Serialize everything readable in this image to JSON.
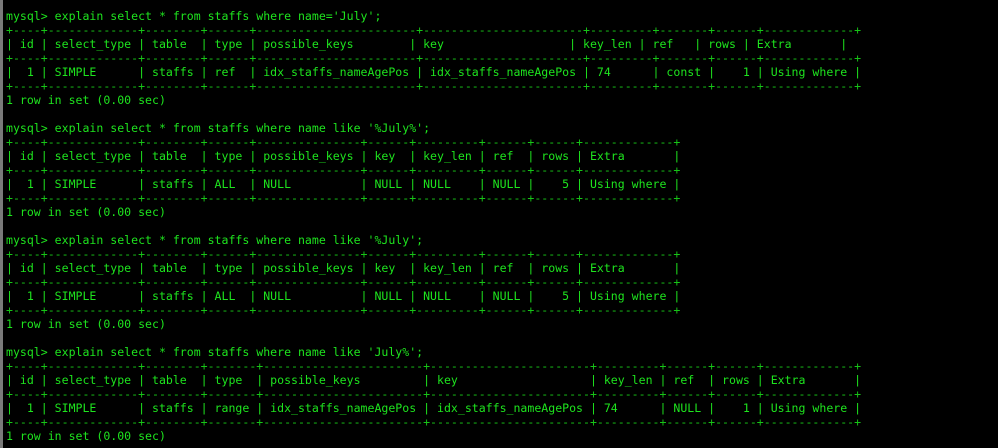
{
  "terminal": {
    "colors": {
      "background": "#000000",
      "text": "#1ee41e",
      "left_border": "#7a7a7a"
    },
    "blocks": [
      {
        "prompt": "mysql> explain select * from staffs where name='July';",
        "border": "+----+-------------+--------+------+----------------------+----------------------+---------+-------+------+-------------+",
        "header": "| id | select_type | table  | type | possible_keys        | key                  | key_len | ref   | rows | Extra       |",
        "row": "|  1 | SIMPLE      | staffs | ref  | idx_staffs_nameAgePos | idx_staffs_nameAgePos | 74      | const |    1 | Using where |",
        "row_border": "+----+-------------+--------+------+-----------------------+-----------------------+---------+-------+------+-------------+",
        "result": "1 row in set (0.00 sec)",
        "columns": [
          "id",
          "select_type",
          "table",
          "type",
          "possible_keys",
          "key",
          "key_len",
          "ref",
          "rows",
          "Extra"
        ],
        "values": [
          "1",
          "SIMPLE",
          "staffs",
          "ref",
          "idx_staffs_nameAgePos",
          "idx_staffs_nameAgePos",
          "74",
          "const",
          "1",
          "Using where"
        ]
      },
      {
        "prompt": "mysql> explain select * from staffs where name like '%July%';",
        "border": "+----+-------------+--------+------+---------------+------+---------+------+------+-------------+",
        "header": "| id | select_type | table  | type | possible_keys | key  | key_len | ref  | rows | Extra       |",
        "row": "|  1 | SIMPLE      | staffs | ALL  | NULL          | NULL | NULL    | NULL |    5 | Using where |",
        "row_border": "+----+-------------+--------+------+---------------+------+---------+------+------+-------------+",
        "result": "1 row in set (0.00 sec)",
        "columns": [
          "id",
          "select_type",
          "table",
          "type",
          "possible_keys",
          "key",
          "key_len",
          "ref",
          "rows",
          "Extra"
        ],
        "values": [
          "1",
          "SIMPLE",
          "staffs",
          "ALL",
          "NULL",
          "NULL",
          "NULL",
          "NULL",
          "5",
          "Using where"
        ]
      },
      {
        "prompt": "mysql> explain select * from staffs where name like '%July';",
        "border": "+----+-------------+--------+------+---------------+------+---------+------+------+-------------+",
        "header": "| id | select_type | table  | type | possible_keys | key  | key_len | ref  | rows | Extra       |",
        "row": "|  1 | SIMPLE      | staffs | ALL  | NULL          | NULL | NULL    | NULL |    5 | Using where |",
        "row_border": "+----+-------------+--------+------+---------------+------+---------+------+------+-------------+",
        "result": "1 row in set (0.00 sec)",
        "columns": [
          "id",
          "select_type",
          "table",
          "type",
          "possible_keys",
          "key",
          "key_len",
          "ref",
          "rows",
          "Extra"
        ],
        "values": [
          "1",
          "SIMPLE",
          "staffs",
          "ALL",
          "NULL",
          "NULL",
          "NULL",
          "NULL",
          "5",
          "Using where"
        ]
      },
      {
        "prompt": "mysql> explain select * from staffs where name like 'July%';",
        "border": "+----+-------------+--------+-------+-----------------------+-----------------------+---------+------+------+-------------+",
        "header": "| id | select_type | table  | type  | possible_keys         | key                   | key_len | ref  | rows | Extra       |",
        "row": "|  1 | SIMPLE      | staffs | range | idx_staffs_nameAgePos | idx_staffs_nameAgePos | 74      | NULL |    1 | Using where |",
        "row_border": "+----+-------------+--------+-------+-----------------------+-----------------------+---------+------+------+-------------+",
        "result": "1 row in set (0.00 sec)",
        "columns": [
          "id",
          "select_type",
          "table",
          "type",
          "possible_keys",
          "key",
          "key_len",
          "ref",
          "rows",
          "Extra"
        ],
        "values": [
          "1",
          "SIMPLE",
          "staffs",
          "range",
          "idx_staffs_nameAgePos",
          "idx_staffs_nameAgePos",
          "74",
          "NULL",
          "1",
          "Using where"
        ]
      }
    ]
  }
}
